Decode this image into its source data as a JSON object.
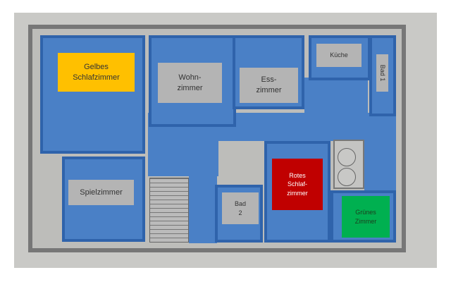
{
  "rooms": {
    "gelbes": {
      "label": "Gelbes\nSchlafzimmer",
      "color": "#ffc000"
    },
    "wohn": {
      "label": "Wohn-\nzimmer",
      "color": "#b4b4b4"
    },
    "ess": {
      "label": "Ess-\nzimmer",
      "color": "#b4b4b4"
    },
    "kueche": {
      "label": "Küche",
      "color": "#b4b4b4"
    },
    "bad1": {
      "label": "Bad 1",
      "color": "#b4b4b4"
    },
    "spiel": {
      "label": "Spielzimmer",
      "color": "#b4b4b4"
    },
    "bad2": {
      "label": "Bad\n2",
      "color": "#b4b4b4"
    },
    "rotes": {
      "label": "Rotes\nSchlaf-\nzimmer",
      "color": "#c00000"
    },
    "gruenes": {
      "label": "Grünes\nZimmer",
      "color": "#00b050"
    }
  },
  "colors": {
    "room_fill": "#4a80c6",
    "room_border": "#2f63ab",
    "wall": "#777777",
    "paper": "#c9c9c6"
  }
}
